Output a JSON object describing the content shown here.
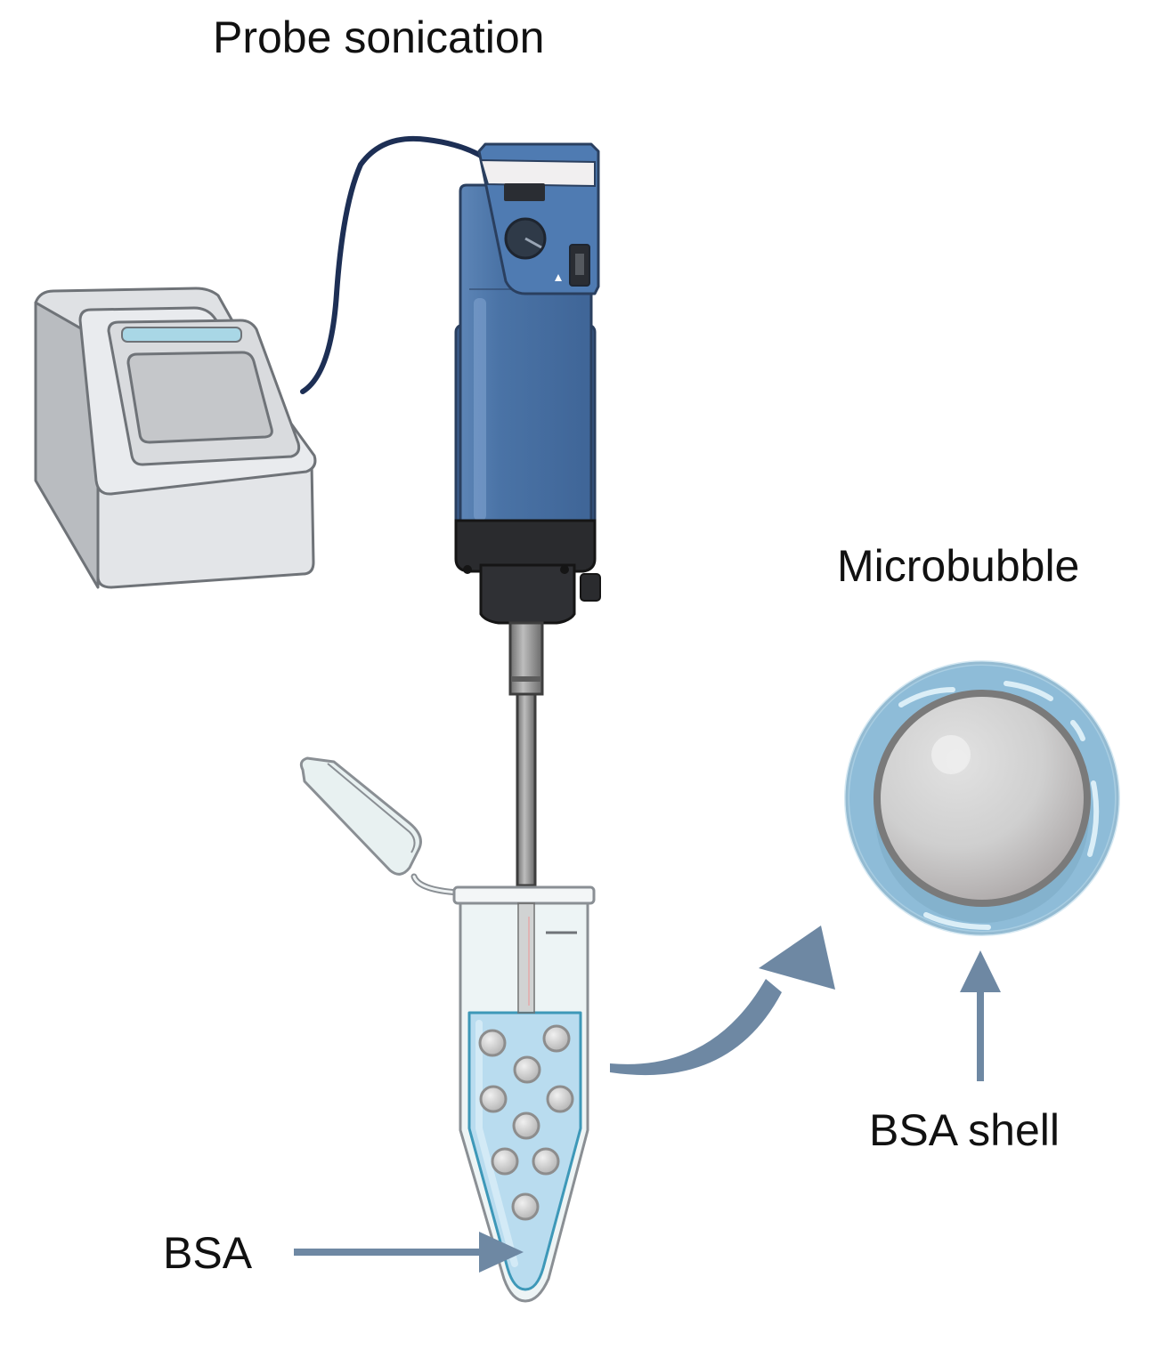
{
  "labels": {
    "title": "Probe sonication",
    "microbubble": "Microbubble",
    "bsa_shell": "BSA shell",
    "bsa": "BSA"
  },
  "colors": {
    "sonicator_blue": "#4a74a8",
    "arrow_slate": "#6e88a3",
    "liquid_blue": "#b9dcef",
    "shell_blue": "#8ebcd8",
    "core_gray": "#c9c9c9",
    "cable_navy": "#1d2f55"
  },
  "icons": {
    "generator": "ultrasonic-generator-icon",
    "probe": "probe-sonicator-icon",
    "tube": "microcentrifuge-tube-icon",
    "bubble": "microbubble-icon"
  }
}
